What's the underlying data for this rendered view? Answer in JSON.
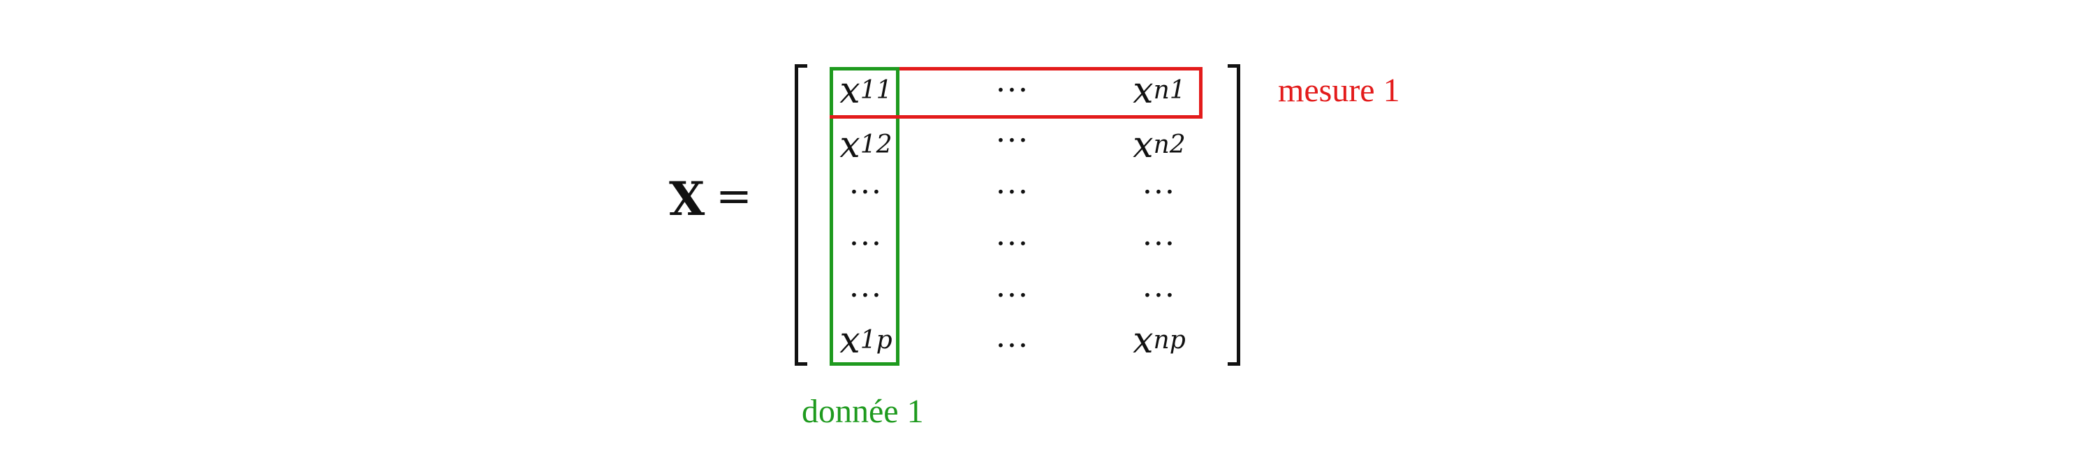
{
  "equation": {
    "variable": "X",
    "equals": "="
  },
  "matrix": {
    "rows": [
      [
        {
          "base": "x",
          "sub": "11"
        },
        {
          "dots": "···"
        },
        {
          "base": "x",
          "sub": "n1"
        }
      ],
      [
        {
          "base": "x",
          "sub": "12"
        },
        {
          "dots": "···"
        },
        {
          "base": "x",
          "sub": "n2"
        }
      ],
      [
        {
          "dots": "···"
        },
        {
          "dots": "···"
        },
        {
          "dots": "···"
        }
      ],
      [
        {
          "dots": "···"
        },
        {
          "dots": "···"
        },
        {
          "dots": "···"
        }
      ],
      [
        {
          "dots": "···"
        },
        {
          "dots": "···"
        },
        {
          "dots": "···"
        }
      ],
      [
        {
          "base": "x",
          "sub": "1p"
        },
        {
          "dots": "···"
        },
        {
          "base": "x",
          "sub": "np"
        }
      ]
    ]
  },
  "annotations": {
    "row_label": "mesure 1",
    "column_label": "donnée 1"
  },
  "colors": {
    "row_highlight": "#e31b1b",
    "column_highlight": "#1e9a1e",
    "ink": "#111111"
  }
}
